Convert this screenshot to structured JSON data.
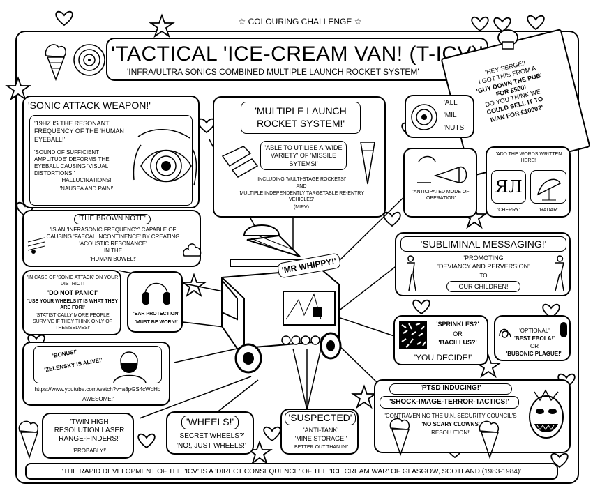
{
  "header": {
    "challenge": "COLOURING CHALLENGE",
    "star_glyph": "☆"
  },
  "title": {
    "main": "'TACTICAL 'ICE-CREAM VAN! (T-ICV)'",
    "subtitle": "'INFRA/ULTRA SONICS COMBINED MULTIPLE LAUNCH ROCKET SYSTEM'"
  },
  "note": {
    "lines": [
      "'HEY SERGE!!",
      "I GOT THIS FROM A",
      "'GUY DOWN THE PUB'",
      "FOR £500!",
      "DO YOU THINK WE",
      "COULD SELL IT TO",
      "IVAN FOR £1000?'"
    ]
  },
  "sonic": {
    "heading": "'SONIC ATTACK WEAPON!'",
    "line1": "'19HZ IS THE RESONANT FREQUENCY OF THE 'HUMAN EYEBALL!'",
    "line2": "'SOUND OF SUFFICIENT AMPLITUDE' DEFORMS THE EYEBALL CAUSING 'VISUAL DISTORTIONS!'",
    "line3": "'HALLUCINATIONS!'",
    "line4": "'NAUSEA AND PAIN!'"
  },
  "mlrs": {
    "heading_line1": "'MULTIPLE LAUNCH",
    "heading_line2": "ROCKET SYSTEM!'",
    "able": "'ABLE TO UTILISE A 'WIDE VARIETY' OF 'MISSILE SYTEMS!'",
    "including": "'INCLUDING 'MULTI-STAGE ROCKETS!'",
    "and": "AND",
    "mirv": "'MULTIPLE INDEPENDENTLY TARGETABLE RE-ENTRY VEHICLES'",
    "mirv_abbr": "(MIRV)"
  },
  "all": {
    "line1": "'ALL",
    "line2": "'MIL",
    "line3": "'NUTS"
  },
  "operation": {
    "caption": "'ANTICIPATED MODE OF OPERATION'"
  },
  "words": {
    "heading": "'ADD THE WORDS WRITTEN HERE!'",
    "cherry": "'CHERRY'",
    "radar": "'RADAR'",
    "cherry_scribble": "ЯЛ"
  },
  "brown": {
    "heading": "'THE BROWN NOTE'",
    "text1": "'IS AN 'INFRASONIC FREQUENCY' CAPABLE OF CAUSING 'FAECAL INCONTINENCE' BY CREATING 'ACOUSTIC RESONANCE'",
    "text2": "IN THE",
    "text3": "'HUMAN BOWEL!'"
  },
  "subliminal": {
    "heading": "'SUBLIMINAL MESSAGING!'",
    "promoting": "'PROMOTING",
    "deviancy": "'DEVIANCY AND PERVERSION'",
    "to": "TO",
    "children": "'OUR CHILDREN!'"
  },
  "panic": {
    "l1": "'IN CASE OF 'SONIC ATTACK' ON YOUR DISTRICT!",
    "l2": "'DO NOT PANIC!'",
    "l3": "'USE YOUR WHEELS IT IS WHAT THEY ARE FOR!'",
    "l4": "'STATISTICALLY MORE PEOPLE SURVIVE IF THEY THINK ONLY OF THEMSELVES!'"
  },
  "ear": {
    "l1": "'EAR PROTECTION'",
    "l2": "'MUST BE WORN!'"
  },
  "van": {
    "sign": "'MR WHIPPY!'"
  },
  "sprinkles": {
    "l1": "'SPRINKLES?'",
    "l2": "OR",
    "l3": "'BACILLUS?'",
    "l4": "'YOU DECIDE!'"
  },
  "optional": {
    "l1": "'OPTIONAL'",
    "l2": "'BEST EBOLA!'",
    "l3": "OR",
    "l4": "'BUBONIC PLAGUE!'"
  },
  "bonus": {
    "label1": "'BONUS!'",
    "label2": "'ZELENSKY IS ALIVE!'",
    "url": "https://www.youtube.com/watch?v=a8pGS4cWbHo",
    "awesome": "'AWESOME!'"
  },
  "ptsd": {
    "heading": "'PTSD INDUCING!'",
    "shock": "'SHOCK-IMAGE-TERROR-TACTICS!'",
    "contra": "'CONTRAVENING THE U.N. SECURITY COUNCIL'S",
    "clowns": "'NO SCARY CLOWNS'",
    "resolution": "RESOLUTION!'"
  },
  "laser": {
    "l1": "'TWIN HIGH",
    "l2": "RESOLUTION LASER",
    "l3": "RANGE-FINDERS!'",
    "l4": "'PROBABLY!'"
  },
  "wheels": {
    "heading": "'WHEELS!'",
    "l1": "'SECRET WHEELS?'",
    "l2": "'NO!, JUST WHEELS!'"
  },
  "suspected": {
    "heading": "'SUSPECTED'",
    "l1": "'ANTI-TANK'",
    "l2": "'MINE STORAGE!'",
    "l3": "'BETTER OUT THAN IN!'"
  },
  "footer": {
    "text": "'THE RAPID DEVELOPMENT OF THE 'ICV' IS A 'DIRECT CONSEQUENCE' OF THE 'ICE CREAM WAR' OF GLASGOW, SCOTLAND (1983-1984)'"
  }
}
